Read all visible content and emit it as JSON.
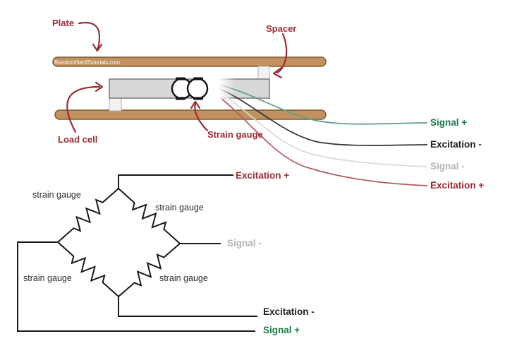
{
  "watermark": "RandomNerdTutorials.com",
  "annotations": {
    "plate": "Plate",
    "spacer": "Spacer",
    "load_cell": "Load cell",
    "strain_gauge": "Strain gauge"
  },
  "wires": [
    {
      "name": "signal-plus",
      "label": "Signal +",
      "color": "#1b7a45"
    },
    {
      "name": "excitation-minus",
      "label": "Excitation -",
      "color": "#1f1f1f"
    },
    {
      "name": "signal-minus",
      "label": "Signal -",
      "color": "#b4b4b4"
    },
    {
      "name": "excitation-plus",
      "label": "Excitation +",
      "color": "#9e2b34"
    }
  ],
  "bridge": {
    "gauge_label": "strain gauge",
    "terminals": [
      {
        "name": "excitation-plus",
        "label": "Excitation +",
        "color": "#9e2b34"
      },
      {
        "name": "signal-minus",
        "label": "Signal -",
        "color": "#b4b4b4"
      },
      {
        "name": "excitation-minus",
        "label": "Excitation -",
        "color": "#1f1f1f"
      },
      {
        "name": "signal-plus",
        "label": "Signal +",
        "color": "#1b7a45"
      }
    ]
  },
  "colors": {
    "annotation_maroon": "#9e2b34",
    "plate_fill": "#c3915f",
    "plate_border": "#7d5a32",
    "load_cell_fill": "#d8d8d8",
    "spacer_fill": "#f2f2f2",
    "circuit_line": "#1a1a1a",
    "wire_green": "#5aa07e",
    "wire_black": "#333333",
    "wire_white": "#d9d9d9",
    "wire_red": "#b65a62"
  }
}
